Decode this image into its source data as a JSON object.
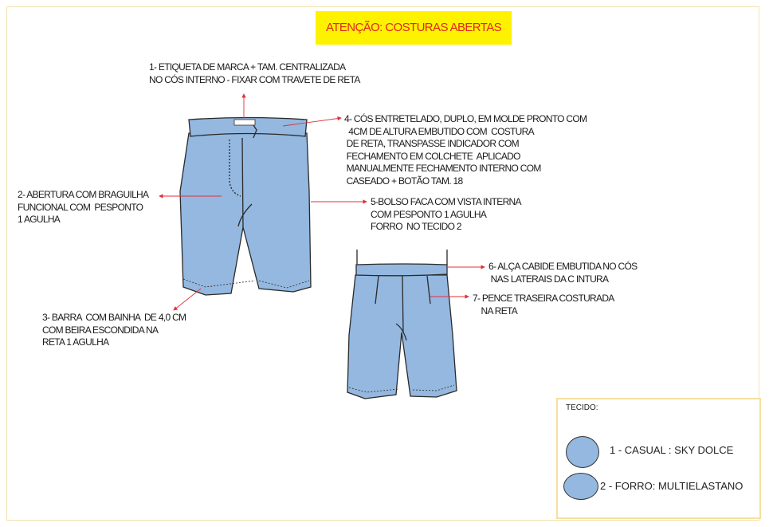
{
  "banner": "ATENÇÃO: COSTURAS ABERTAS",
  "notes": {
    "n1": "1- ETIQUETA DE MARCA + TAM. CENTRALIZADA\nNO CÓS INTERNO - FIXAR COM TRAVETE DE RETA",
    "n2": "2- ABERTURA COM BRAGUILHA\nFUNCIONAL COM  PESPONTO\n1 AGULHA",
    "n3": "3- BARRA  COM BAINHA  DE 4,0 CM\nCOM BEIRA ESCONDIDA NA\nRETA 1 AGULHA",
    "n4": "4- CÓS ENTRETELADO, DUPLO, EM MOLDE PRONTO COM\n  4CM DE ALTURA EMBUTIDO COM  COSTURA\n DE RETA, TRANSPASSE INDICADOR COM\n FECHAMENTO EM COLCHETE  APLICADO\n MANUALMENTE FECHAMENTO INTERNO COM\n CASEADO + BOTÃO TAM. 18",
    "n5": "5-BOLSO FACA COM VISTA INTERNA\nCOM PESPONTO 1 AGULHA\nFORRO  NO TECIDO 2",
    "n6": "6- ALÇA CABIDE EMBUTIDA NO CÓS\n NAS LATERAIS DA C INTURA",
    "n7": "7- PENCE TRASEIRA COSTURADA\n    NA RETA"
  },
  "legend": {
    "title": "TECIDO:",
    "items": [
      {
        "label": "1 - CASUAL : SKY DOLCE",
        "color": "#94b8df"
      },
      {
        "label": "2 - FORRO: MULTIELASTANO",
        "color": "#94b8df"
      }
    ]
  },
  "colors": {
    "fabric": "#94b8df",
    "arrow": "#e0323a",
    "banner_bg": "#fff200",
    "banner_text": "#e0261f"
  }
}
